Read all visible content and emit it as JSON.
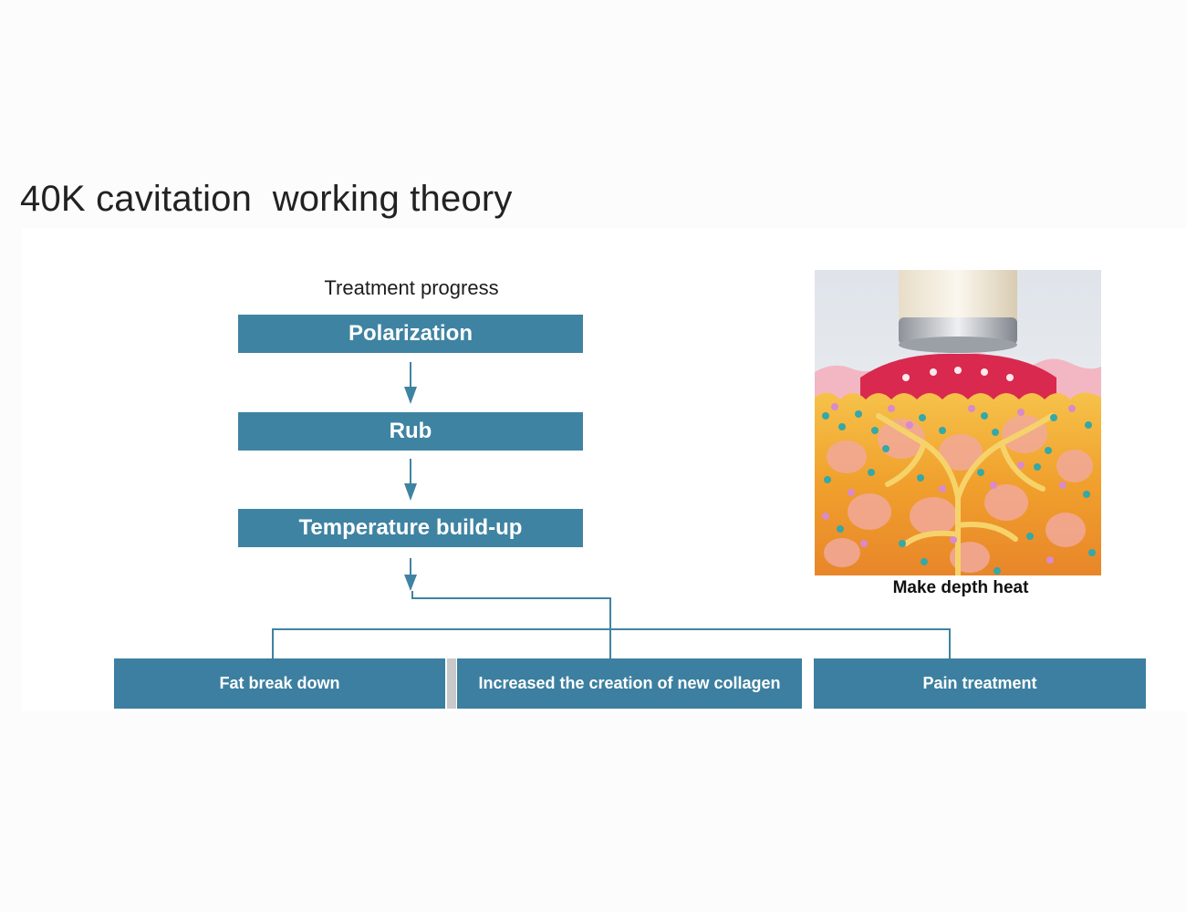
{
  "title": "40K cavitation  working theory",
  "colors": {
    "box": "#3f83a2",
    "arrow": "#3f83a2",
    "outcome": "#3c7fa0"
  },
  "flowchart": {
    "heading": "Treatment progress",
    "steps": [
      {
        "label": "Polarization"
      },
      {
        "label": "Rub"
      },
      {
        "label": "Temperature build-up"
      }
    ],
    "outcomes": [
      {
        "label": "Fat break down"
      },
      {
        "label": "Increased the creation of new collagen"
      },
      {
        "label": "Pain treatment"
      }
    ]
  },
  "illustration": {
    "caption": "Make depth heat"
  }
}
